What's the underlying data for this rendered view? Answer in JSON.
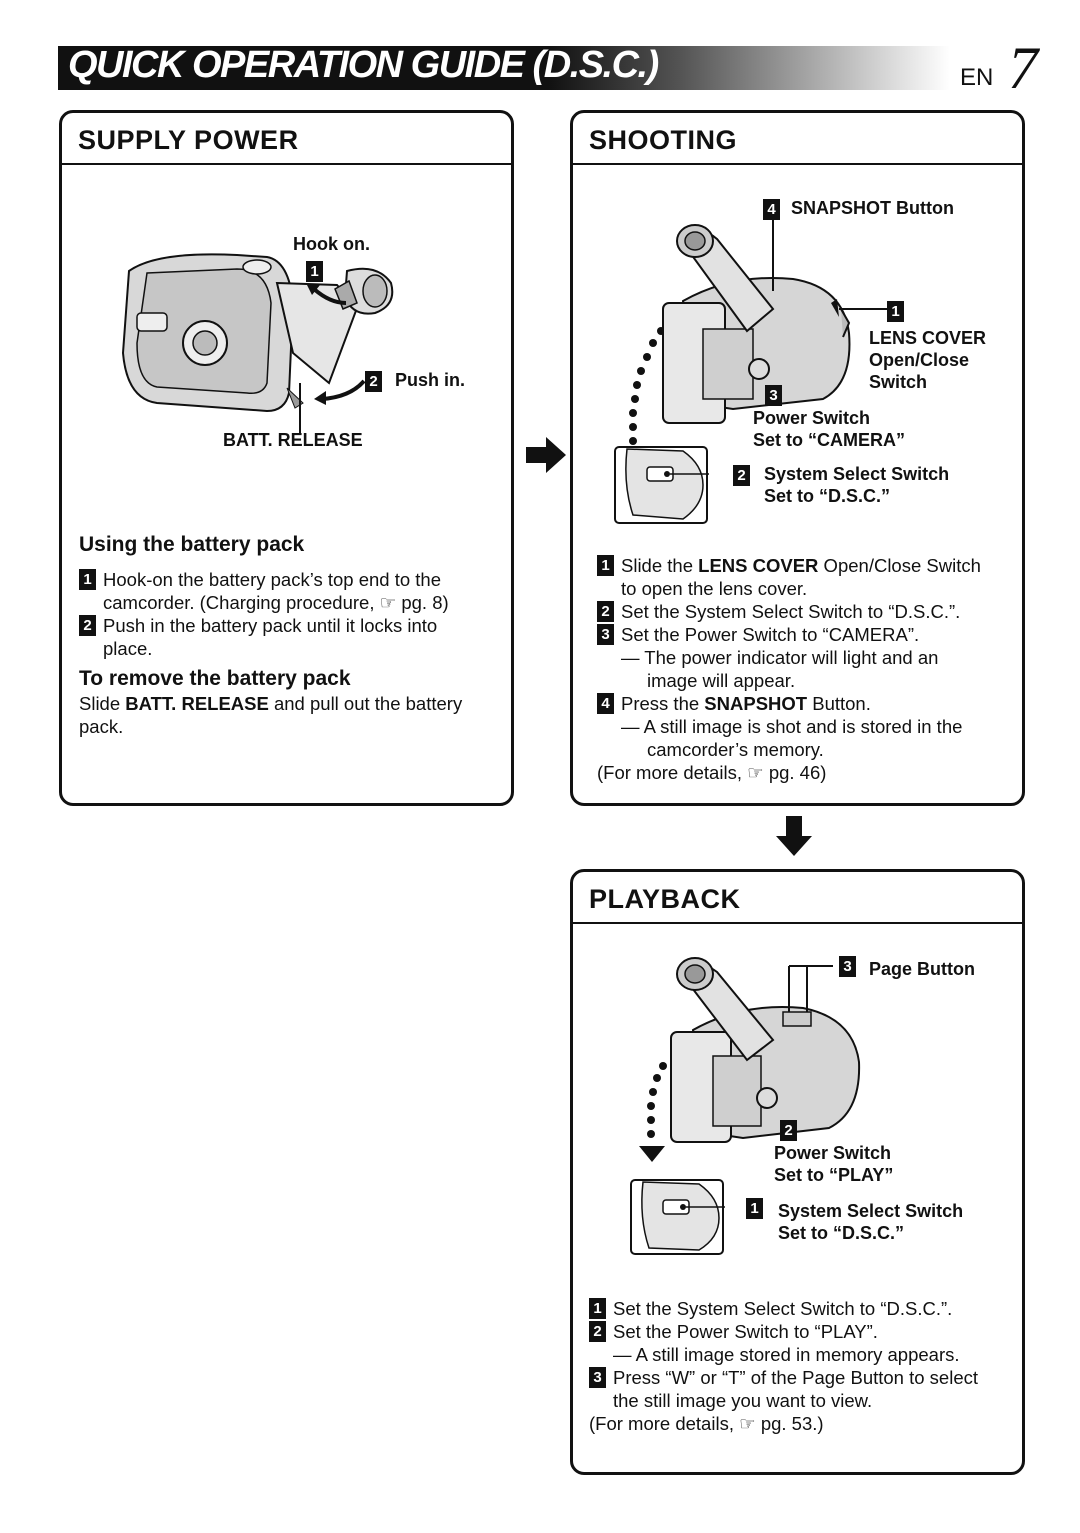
{
  "header": {
    "title": "QUICK OPERATION GUIDE (D.S.C.)",
    "lang": "EN",
    "page": "7"
  },
  "supply": {
    "title": "SUPPLY POWER",
    "hook_label": "Hook on.",
    "push_label": "Push in.",
    "batt_label": "BATT. RELEASE",
    "using_heading": "Using the battery pack",
    "steps": [
      {
        "num": "1",
        "line1": "Hook-on the battery pack’s top end to the",
        "line2": "camcorder. (Charging procedure, ☞ pg. 8)"
      },
      {
        "num": "2",
        "line1": "Push in the battery pack until it locks into",
        "line2": "place."
      }
    ],
    "remove_heading": "To remove the battery pack",
    "remove_line1_a": "Slide ",
    "remove_line1_b": "BATT. RELEASE",
    "remove_line1_c": " and pull out the battery",
    "remove_line2": "pack."
  },
  "shooting": {
    "title": "SHOOTING",
    "snap_label": "SNAPSHOT Button",
    "lens_label1": "LENS COVER",
    "lens_label2": "Open/Close",
    "lens_label3": "Switch",
    "power_label1": "Power Switch",
    "power_label2": "Set to “CAMERA”",
    "system_label1": "System Select Switch",
    "system_label2": "Set to “D.S.C.”",
    "callout_nums": [
      "4",
      "1",
      "3",
      "2"
    ],
    "steps": [
      {
        "num": "1",
        "a": "Slide the ",
        "b": "LENS COVER",
        "c": " Open/Close Switch",
        "line2": "to open the lens cover."
      },
      {
        "num": "2",
        "a": "Set the System Select Switch to “D.S.C.”."
      },
      {
        "num": "3",
        "a": "Set the Power Switch to “CAMERA”.",
        "note1": "— The power indicator will light and an",
        "note2": "image will appear."
      },
      {
        "num": "4",
        "a": "Press the ",
        "b": "SNAPSHOT",
        "c": " Button.",
        "note1": "— A still image is shot and is stored in the",
        "note2": "camcorder’s memory."
      }
    ],
    "more": "(For more details, ☞ pg. 46)"
  },
  "playback": {
    "title": "PLAYBACK",
    "page_label": "Page Button",
    "power_label1": "Power Switch",
    "power_label2": "Set to “PLAY”",
    "system_label1": "System Select Switch",
    "system_label2": "Set to “D.S.C.”",
    "callout_nums": [
      "3",
      "2",
      "1"
    ],
    "steps": [
      {
        "num": "1",
        "a": "Set the System Select Switch to “D.S.C.”."
      },
      {
        "num": "2",
        "a": "Set the Power Switch to “PLAY”.",
        "note1": "— A still image stored in memory appears."
      },
      {
        "num": "3",
        "a": "Press “W” or “T” of the Page Button to select",
        "line2": "the still image you want to view."
      }
    ],
    "more": "(For more details, ☞ pg. 53.)"
  }
}
